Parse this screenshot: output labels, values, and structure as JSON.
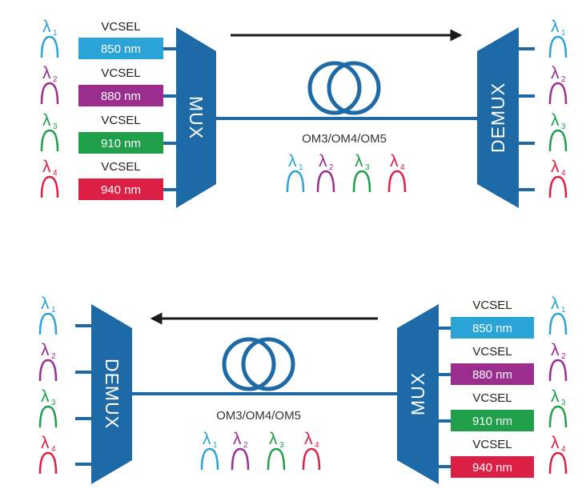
{
  "colors": {
    "structure": "#1e6aa6",
    "arrow": "#1a1a1a",
    "lambda": [
      "#2aa3d6",
      "#9b2d8e",
      "#1f9f4a",
      "#dc1f45"
    ]
  },
  "source_label": "VCSEL",
  "wavelengths": [
    "850 nm",
    "880 nm",
    "910 nm",
    "940 nm"
  ],
  "lambda_symbol": "λ",
  "lambda_subscripts": [
    "1",
    "2",
    "3",
    "4"
  ],
  "mux_label": "MUX",
  "demux_label": "DEMUX",
  "fiber_label": "OM3/OM4/OM5",
  "direction_arrows": [
    "left-to-right",
    "right-to-left"
  ]
}
